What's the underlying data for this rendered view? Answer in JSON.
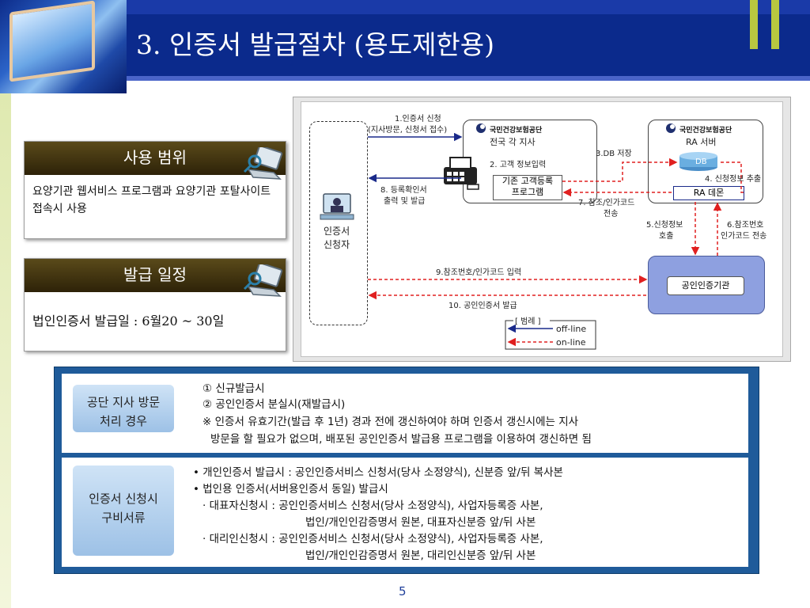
{
  "title": "3. 인증서 발급절차 (용도제한용)",
  "usage_panel": {
    "heading": "사용 범위",
    "body": "요양기관 웹서비스 프로그램과 요양기관 포탈사이트 접속시 사용"
  },
  "schedule_panel": {
    "heading": "발급 일정",
    "body": "법인인증서 발급일 : 6월20 ~ 30일"
  },
  "diagram": {
    "applicant": {
      "line1": "인증서",
      "line2": "신청자"
    },
    "branch": {
      "org": "국민건강보험공단",
      "name": "전국 각 지사",
      "program_line1": "기존 고객등록",
      "program_line2": "프로그램"
    },
    "ra": {
      "org": "국민건강보험공단",
      "name": "RA 서버",
      "db": "DB",
      "daemon": "RA 데몬"
    },
    "ca": {
      "name": "공인인증기관"
    },
    "steps": {
      "s1_line1": "1.인증서 신청",
      "s1_line2": "(지사방문, 신청서 접수)",
      "s2": "2. 고객 정보입력",
      "s3": "3.DB 저장",
      "s4": "4. 신청정보 추출",
      "s5_line1": "5.신청정보",
      "s5_line2": "호출",
      "s6_line1": "6.참조번호",
      "s6_line2": "인가코드 전송",
      "s7_line1": "7. 참조/인가코드",
      "s7_line2": "전송",
      "s8_line1": "8. 등록확인서",
      "s8_line2": "출력 및 발급",
      "s9": "9.참조번호/인가코드 입력",
      "s10": "10. 공인인증서 발급"
    },
    "legend": {
      "title": "[ 범례 ]",
      "offline": "off-line",
      "online": "on-line"
    },
    "colors": {
      "offline": "#1a2a8a",
      "online": "#e02020"
    }
  },
  "visit_section": {
    "label_line1": "공단 지사 방문",
    "label_line2": "처리 경우",
    "lines": [
      "① 신규발급시",
      "② 공인인증서 분실시(재발급시)",
      "※ 인증서 유효기간(발급 후 1년) 경과 전에 갱신하여야 하며 인증서 갱신시에는 지사",
      "방문을 할 필요가 없으며, 배포된 공인인증서 발급용 프로그램을 이용하여 갱신하면 됨"
    ]
  },
  "docs_section": {
    "label_line1": "인증서 신청시",
    "label_line2": "구비서류",
    "lines": [
      "• 개인인증서 발급시 : 공인인증서비스 신청서(당사 소정양식), 신분증 앞/뒤 복사본",
      "• 법인용 인증서(서버용인증서 동일) 발급시",
      "· 대표자신청시 : 공인인증서비스 신청서(당사 소정양식), 사업자등록증 사본,",
      "법인/개인인감증명서 원본, 대표자신분증 앞/뒤 사본",
      "· 대리인신청시 : 공인인증서비스 신청서(당사 소정양식), 사업자등록증 사본,",
      "법인/개인인감증명서 원본, 대리인신분증 앞/뒤 사본"
    ]
  },
  "page_number": "5"
}
